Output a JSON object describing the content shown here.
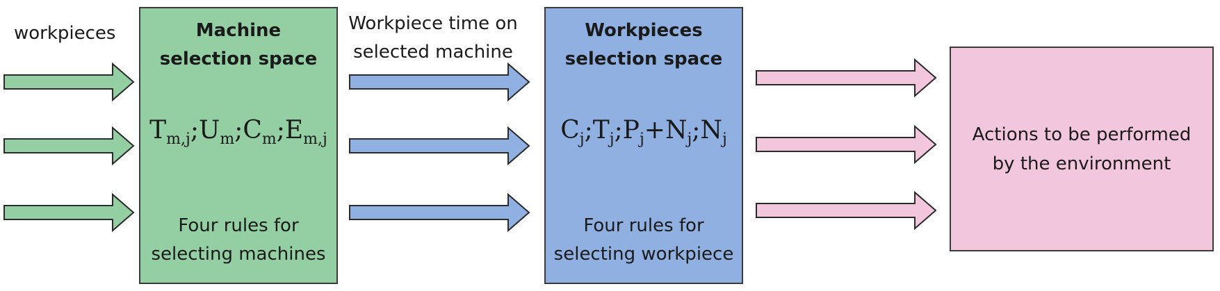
{
  "input_label": "workpieces",
  "machine_box": {
    "title_line1": "Machine",
    "title_line2": "selection space",
    "formula": {
      "t": "T",
      "t_sub": "m,j",
      "sep1": ";",
      "u": "U",
      "u_sub": "m",
      "sep2": ";",
      "c": "C",
      "c_sub": "m",
      "sep3": ";",
      "e": "E",
      "e_sub": "m,j"
    },
    "rules_line1": "Four rules for",
    "rules_line2": "selecting machines",
    "color": "#93cfa3"
  },
  "middle_label": {
    "line1": "Workpiece time on",
    "line2": "selected machine"
  },
  "workpieces_box": {
    "title_line1": "Workpieces",
    "title_line2": "selection space",
    "formula": {
      "c": "C",
      "c_sub": "j",
      "sep1": ";",
      "t": "T",
      "t_sub": "j",
      "sep2": ";",
      "p": "P",
      "p_sub": "j",
      "plus": "+",
      "n1": "N",
      "n1_sub": "j",
      "sep3": ";",
      "n2": "N",
      "n2_sub": "j"
    },
    "rules_line1": "Four rules for",
    "rules_line2": "selecting workpiece",
    "color": "#8fb0e0"
  },
  "actions_box": {
    "line1": "Actions to be performed",
    "line2": "by the environment",
    "color": "#f2c6dc"
  },
  "arrow_colors": {
    "green": "#93cfa3",
    "blue": "#8fb0e0",
    "pink": "#f2c6dc"
  }
}
